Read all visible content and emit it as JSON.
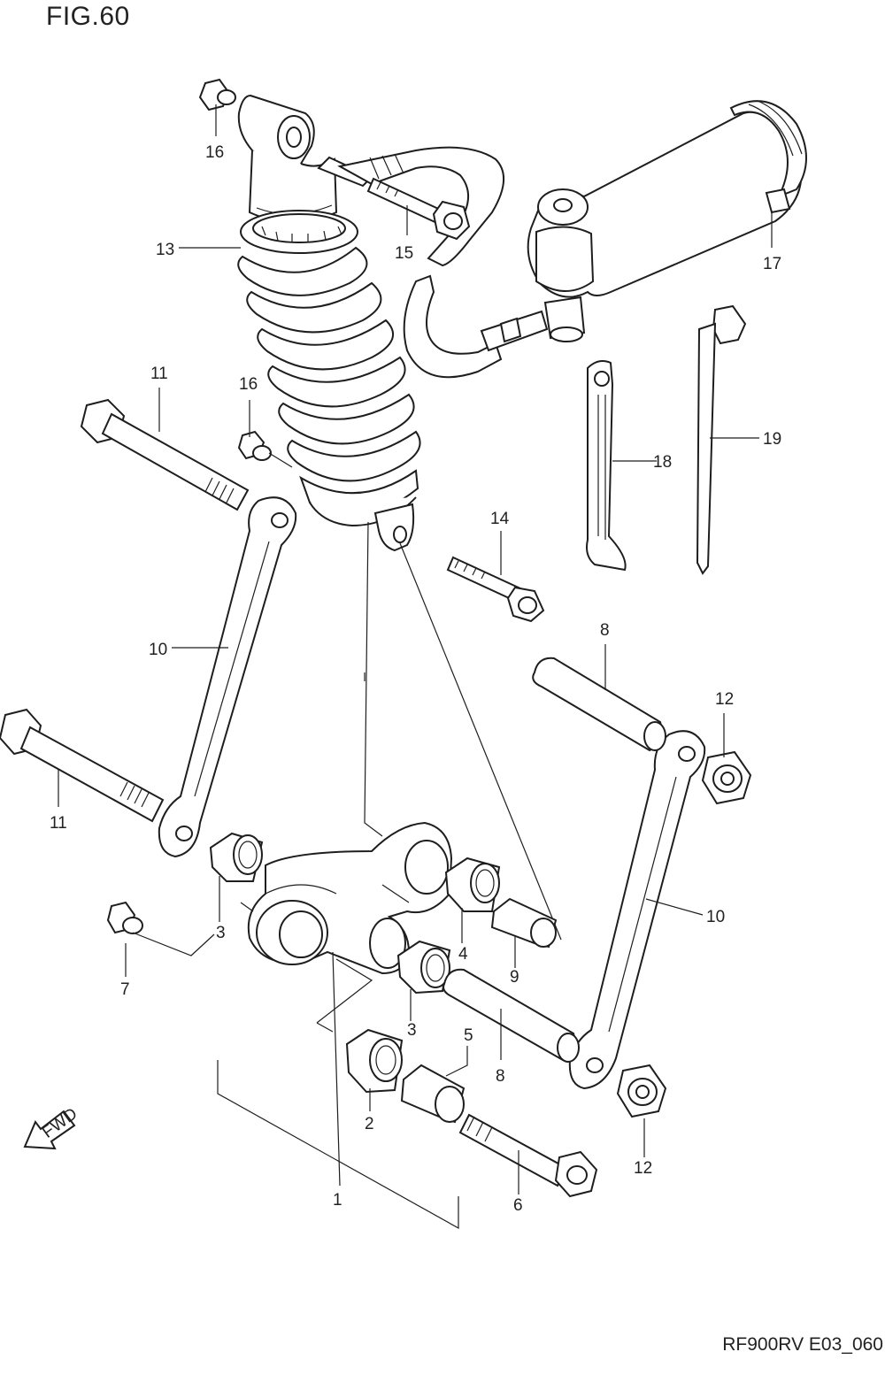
{
  "figure_label": "FIG.60",
  "drawing_code": "RF900RV E03_060",
  "fwd_arrow_label": "FWD",
  "callouts": {
    "c1": "1",
    "c2": "2",
    "c3a": "3",
    "c3b": "3",
    "c4": "4",
    "c5": "5",
    "c6": "6",
    "c7": "7",
    "c8a": "8",
    "c8b": "8",
    "c9": "9",
    "c10a": "10",
    "c10b": "10",
    "c11a": "11",
    "c11b": "11",
    "c12a": "12",
    "c12b": "12",
    "c13": "13",
    "c14": "14",
    "c15": "15",
    "c16a": "16",
    "c16b": "16",
    "c17": "17",
    "c18": "18",
    "c19": "19"
  }
}
